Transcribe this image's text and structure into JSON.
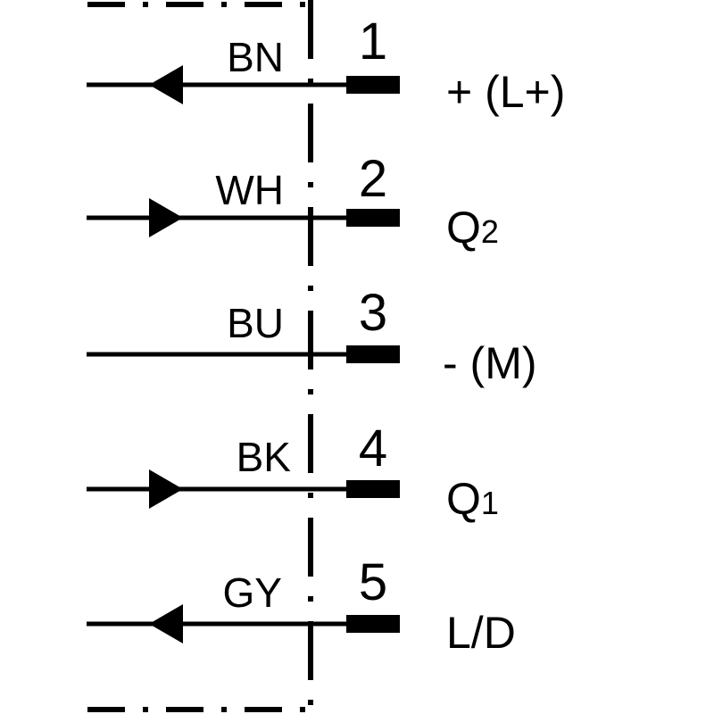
{
  "wiring": {
    "pins": [
      {
        "color_code": "BN",
        "number": "1",
        "signal": "+ (L+)",
        "subscript": "",
        "arrow": "left"
      },
      {
        "color_code": "WH",
        "number": "2",
        "signal": "Q",
        "subscript": "2",
        "arrow": "right"
      },
      {
        "color_code": "BU",
        "number": "3",
        "signal": "- (M)",
        "subscript": "",
        "arrow": "none"
      },
      {
        "color_code": "BK",
        "number": "4",
        "signal": "Q",
        "subscript": "1",
        "arrow": "right"
      },
      {
        "color_code": "GY",
        "number": "5",
        "signal": "L/D",
        "subscript": "",
        "arrow": "left"
      }
    ]
  }
}
